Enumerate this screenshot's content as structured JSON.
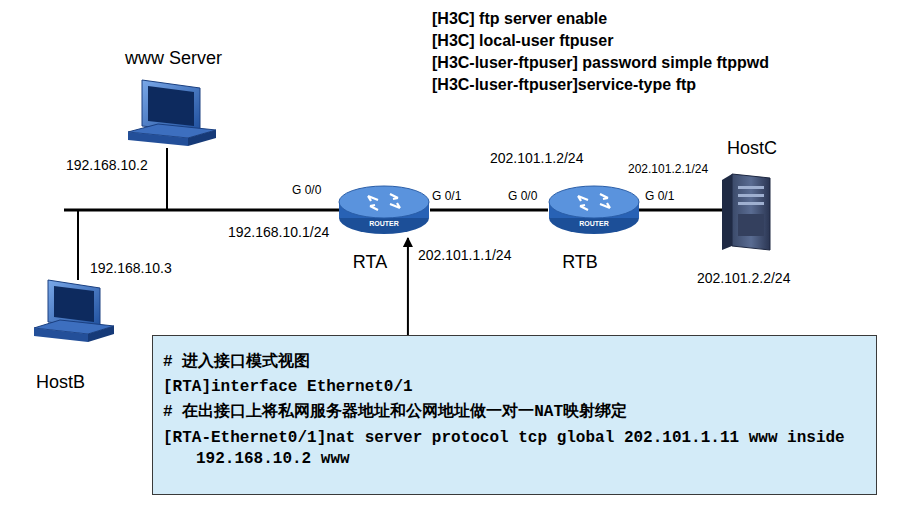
{
  "diagram": {
    "nodes": [
      {
        "text": [
          "ROUTER",
          "RTA"
        ]
      },
      {
        "text": [
          "ROUTER",
          "RTB"
        ]
      },
      {
        "text": [
          "# 进入接口模式视图",
          "[RTA]interface Ethernet0/1",
          "# 在出接口上将私网服务器地址和公网地址做一对一NAT映射绑定",
          "[RTA-Ethernet0/1]nat server protocol tcp global 202.101.1.11 www inside 192.168.10.2 www"
        ]
      }
    ],
    "edges": [
      {
        "from": 0,
        "to": 1,
        "arrow": "none"
      },
      {
        "from": 2,
        "to": 0,
        "arrow": "to"
      }
    ],
    "labels": [
      "[H3C] ftp server enable",
      "[H3C] local-user ftpuser",
      "[H3C-luser-ftpuser] password simple ftppwd",
      "[H3C-luser-ftpuser]service-type ftp",
      "www Server",
      "192.168.10.2",
      "G 0/0",
      "192.168.10.1/24",
      "G 0/1",
      "202.101.1.1/24",
      "192.168.10.3",
      "HostB",
      "202.101.1.2/24",
      "G 0/0",
      "G 0/1",
      "202.101.2.1/24",
      "HostC",
      "202.101.2.2/24"
    ]
  }
}
